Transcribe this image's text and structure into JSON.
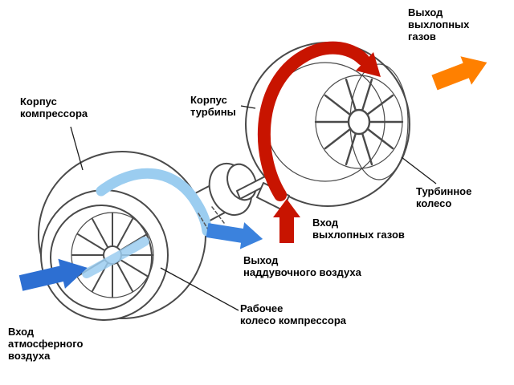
{
  "colors": {
    "outline": "#4a4a4a",
    "air_inlet": "#2d6fd2",
    "air_flow": "#9bcdf0",
    "charge_air": "#3b82dd",
    "exhaust_flow": "#c81400",
    "exhaust_inlet": "#c81400",
    "exhaust_outlet": "#ff8000"
  },
  "labels": {
    "compressor_housing": {
      "line1": "Корпус",
      "line2": "компрессора"
    },
    "turbine_housing": {
      "line1": "Корпус",
      "line2": "турбины"
    },
    "exhaust_outlet": {
      "line1": "Выход",
      "line2": "выхлопных",
      "line3": "газов"
    },
    "turbine_wheel": {
      "line1": "Турбинное",
      "line2": "колесо"
    },
    "exhaust_inlet": {
      "line1": "Вход",
      "line2": "выхлопных газов"
    },
    "charge_air_outlet": {
      "line1": "Выход",
      "line2": "наддувочного воздуха"
    },
    "compressor_wheel": {
      "line1": "Рабочее",
      "line2": "колесо компрессора"
    },
    "air_inlet": {
      "line1": "Вход",
      "line2": "атмосферного",
      "line3": "воздуха"
    }
  }
}
